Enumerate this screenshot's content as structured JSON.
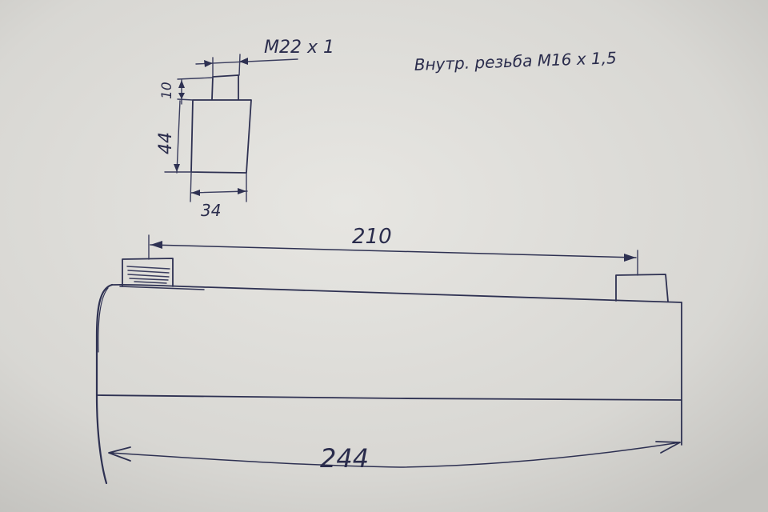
{
  "colors": {
    "paper": "#dcdbd7",
    "ink": "#2e3152"
  },
  "detail": {
    "thread_label": "M22 x 1",
    "dim_height_nipple": "10",
    "dim_height_body": "44",
    "dim_width": "34"
  },
  "note": {
    "text": "Внутр. резьба M16 x 1,5"
  },
  "main": {
    "dim_fittings_spacing": "210",
    "dim_total_length": "244"
  }
}
